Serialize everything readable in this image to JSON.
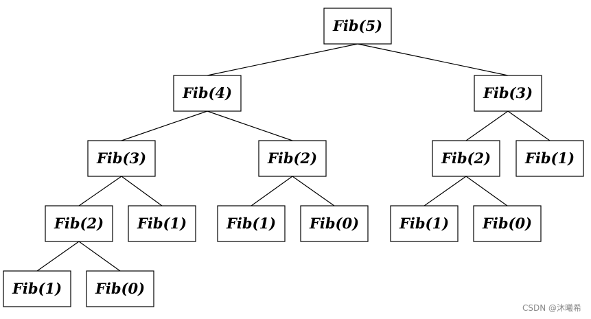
{
  "diagram": {
    "type": "tree",
    "nodes": [
      {
        "id": "n1",
        "label": "Fib(5)"
      },
      {
        "id": "n2",
        "label": "Fib(4)"
      },
      {
        "id": "n3",
        "label": "Fib(3)"
      },
      {
        "id": "n4",
        "label": "Fib(3)"
      },
      {
        "id": "n5",
        "label": "Fib(2)"
      },
      {
        "id": "n6",
        "label": "Fib(2)"
      },
      {
        "id": "n7",
        "label": "Fib(1)"
      },
      {
        "id": "n8",
        "label": "Fib(2)"
      },
      {
        "id": "n9",
        "label": "Fib(1)"
      },
      {
        "id": "n10",
        "label": "Fib(1)"
      },
      {
        "id": "n11",
        "label": "Fib(0)"
      },
      {
        "id": "n12",
        "label": "Fib(1)"
      },
      {
        "id": "n13",
        "label": "Fib(0)"
      },
      {
        "id": "n14",
        "label": "Fib(1)"
      },
      {
        "id": "n15",
        "label": "Fib(0)"
      }
    ],
    "edges": [
      [
        "n1",
        "n2"
      ],
      [
        "n1",
        "n3"
      ],
      [
        "n2",
        "n4"
      ],
      [
        "n2",
        "n5"
      ],
      [
        "n3",
        "n6"
      ],
      [
        "n3",
        "n7"
      ],
      [
        "n4",
        "n8"
      ],
      [
        "n4",
        "n9"
      ],
      [
        "n5",
        "n10"
      ],
      [
        "n5",
        "n11"
      ],
      [
        "n6",
        "n12"
      ],
      [
        "n6",
        "n13"
      ],
      [
        "n8",
        "n14"
      ],
      [
        "n8",
        "n15"
      ]
    ]
  },
  "watermark": "CSDN @沐曦希"
}
